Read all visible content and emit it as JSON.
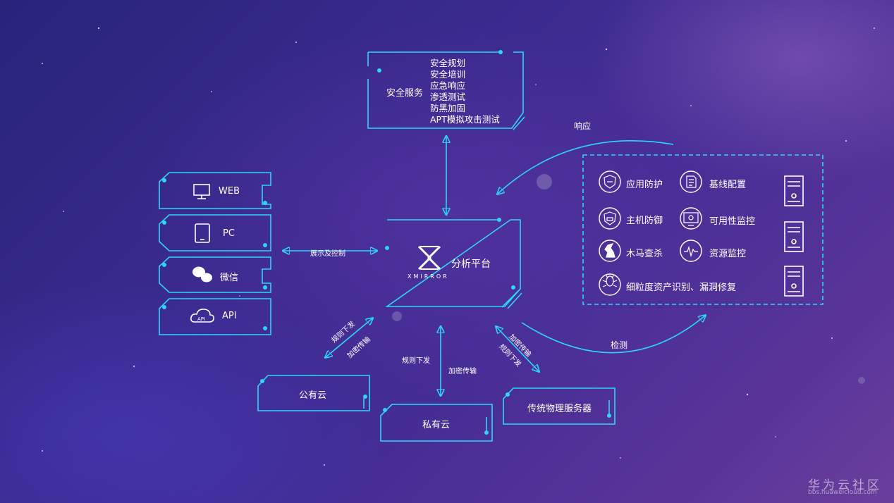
{
  "security_service": {
    "label": "安全服务",
    "items": [
      "安全规划",
      "安全培训",
      "应急响应",
      "渗透测试",
      "防黑加固",
      "APT模拟攻击测试"
    ]
  },
  "clients": [
    {
      "label": "WEB",
      "icon": "monitor-icon"
    },
    {
      "label": "PC",
      "icon": "tablet-icon"
    },
    {
      "label": "微信",
      "icon": "wechat-icon"
    },
    {
      "label": "API",
      "icon": "cloud-api-icon"
    }
  ],
  "center": {
    "label": "分析平台",
    "logo_text": "XMIRROR"
  },
  "edges": {
    "display_control": "展示及控制",
    "response": "响应",
    "detect": "检测",
    "rule_issue": "规则下发",
    "encrypted_transfer": "加密传输"
  },
  "targets": {
    "public_cloud": "公有云",
    "private_cloud": "私有云",
    "physical_server": "传统物理服务器"
  },
  "features": [
    {
      "label": "应用防护",
      "icon": "app-shield-icon"
    },
    {
      "label": "基线配置",
      "icon": "document-icon"
    },
    {
      "label": "主机防御",
      "icon": "host-shield-icon"
    },
    {
      "label": "可用性监控",
      "icon": "monitor-gear-icon"
    },
    {
      "label": "木马查杀",
      "icon": "trojan-horse-icon"
    },
    {
      "label": "资源监控",
      "icon": "pulse-icon"
    },
    {
      "label": "细粒度资产识别、漏洞修复",
      "icon": "bug-icon"
    }
  ],
  "watermark": {
    "title": "华为云社区",
    "url": "bbs.huaweicloud.com"
  },
  "colors": {
    "accent": "#2ed6f5",
    "background": "#3a2a8e"
  }
}
